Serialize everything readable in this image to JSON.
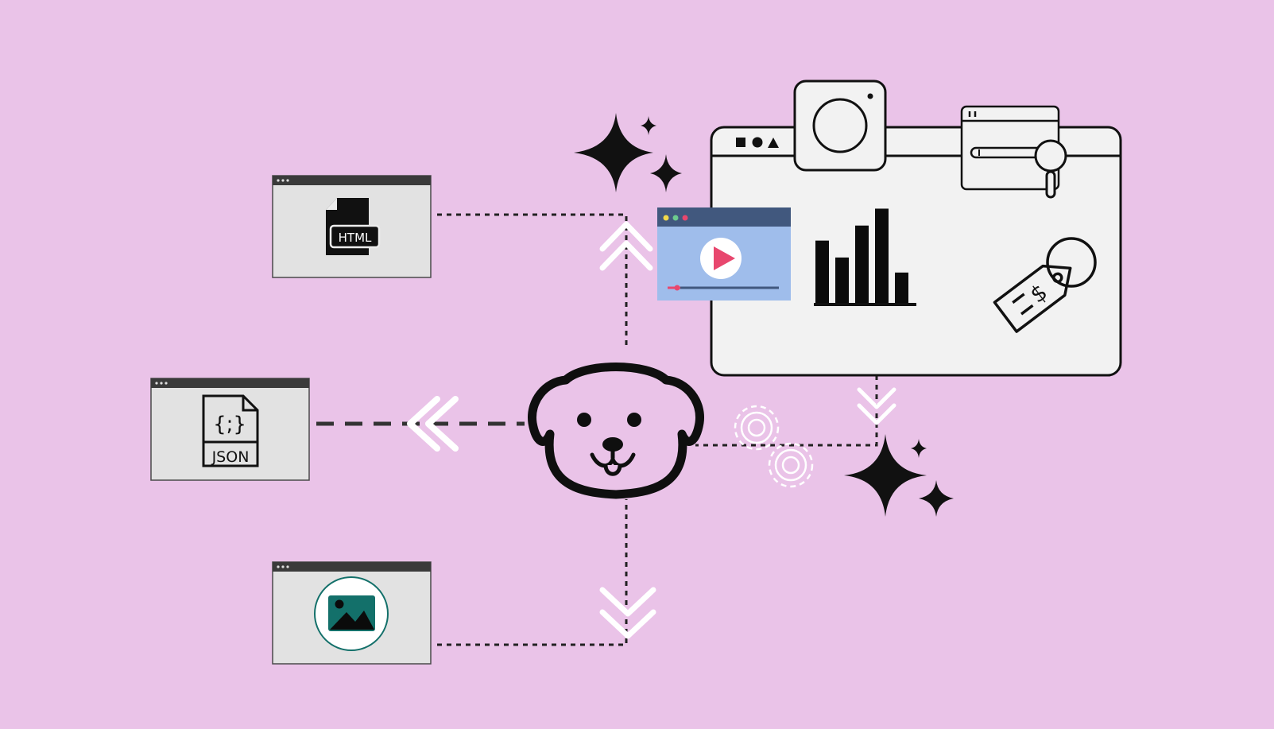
{
  "nodes": {
    "html": {
      "label": "HTML"
    },
    "json": {
      "label": "JSON",
      "glyph": "{;}"
    },
    "image": {
      "label": ""
    }
  },
  "colors": {
    "background": "#EAC3E8",
    "ink": "#111111",
    "window_fill": "#E2E2E2",
    "window_bar": "#3A3A3A",
    "video_fill": "#9FBDEB",
    "video_bar": "#41587E",
    "play": "#E8476E",
    "image_icon": "#13706A",
    "white": "#FFFFFF",
    "panel_fill": "#F2F2F2"
  },
  "icons": {
    "html_file": "html-file-icon",
    "json_file": "json-file-icon",
    "image": "image-icon",
    "dog": "dog-face-icon",
    "camera": "camera-icon",
    "search": "magnifier-icon",
    "chart": "bar-chart-icon",
    "tag": "price-tag-icon",
    "video": "video-player-icon",
    "gears": "gears-icon",
    "sparkles": "sparkle-icon",
    "arrows": "chevron-arrow-icon"
  },
  "chart_data": {
    "type": "bar",
    "values": [
      3.4,
      2.5,
      4.2,
      5.1,
      1.7
    ],
    "ylim": [
      0,
      5.5
    ]
  }
}
